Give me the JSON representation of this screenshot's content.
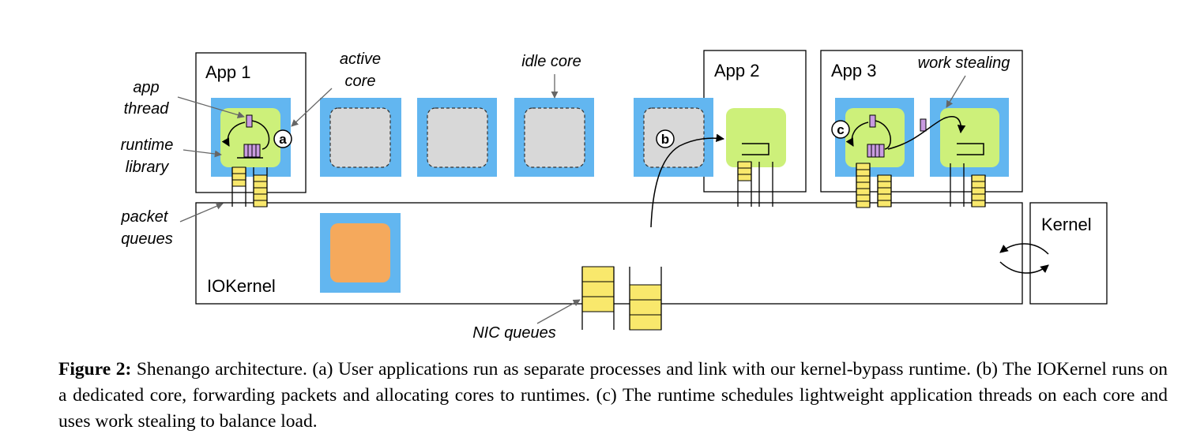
{
  "diagram": {
    "apps": [
      "App 1",
      "App 2",
      "App 3"
    ],
    "iokernel_label": "IOKernel",
    "kernel_label": "Kernel",
    "annotations": {
      "active_core": [
        "active",
        "core"
      ],
      "idle_core": "idle core",
      "work_stealing": "work stealing",
      "app_thread": [
        "app",
        "thread"
      ],
      "runtime_library": [
        "runtime",
        "library"
      ],
      "packet_queues": [
        "packet",
        "queues"
      ],
      "nic_queues": "NIC queues"
    },
    "markers": [
      "a",
      "b",
      "c"
    ],
    "colors": {
      "core_blue": "#62b6f0",
      "runtime_green": "#cdf07a",
      "idle_gray": "#d8d8d8",
      "iokernel_orange": "#f5a95c",
      "queue_yellow": "#f9e86c",
      "thread_purple": "#c99be0"
    }
  },
  "caption": {
    "figure_label": "Figure 2:",
    "text": "Shenango architecture. (a) User applications run as separate processes and link with our kernel-bypass runtime. (b) The IOKernel runs on a dedicated core, forwarding packets and allocating cores to runtimes. (c) The runtime schedules lightweight application threads on each core and uses work stealing to balance load."
  }
}
